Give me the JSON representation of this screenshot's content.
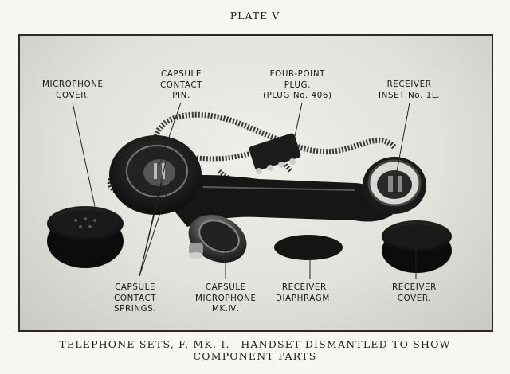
{
  "plate": {
    "title": "PLATE V"
  },
  "labels": {
    "microphone_cover": [
      "MICROPHONE",
      "COVER."
    ],
    "capsule_contact_pin": [
      "CAPSULE",
      "CONTACT",
      "PIN."
    ],
    "four_point_plug": [
      "FOUR-POINT",
      "PLUG.",
      "(PLUG No. 406)"
    ],
    "receiver_inset": [
      "RECEIVER",
      "INSET No. 1L."
    ],
    "capsule_contact_springs": [
      "CAPSULE",
      "CONTACT",
      "SPRINGS."
    ],
    "capsule_microphone": [
      "CAPSULE",
      "MICROPHONE",
      "MK.Ⅳ."
    ],
    "receiver_diaphragm": [
      "RECEIVER",
      "DIAPHRAGM."
    ],
    "receiver_cover": [
      "RECEIVER",
      "COVER."
    ]
  },
  "caption": {
    "line1": "TELEPHONE SETS, F, MK. I.—HANDSET DISMANTLED TO SHOW",
    "line2": "COMPONENT PARTS"
  }
}
